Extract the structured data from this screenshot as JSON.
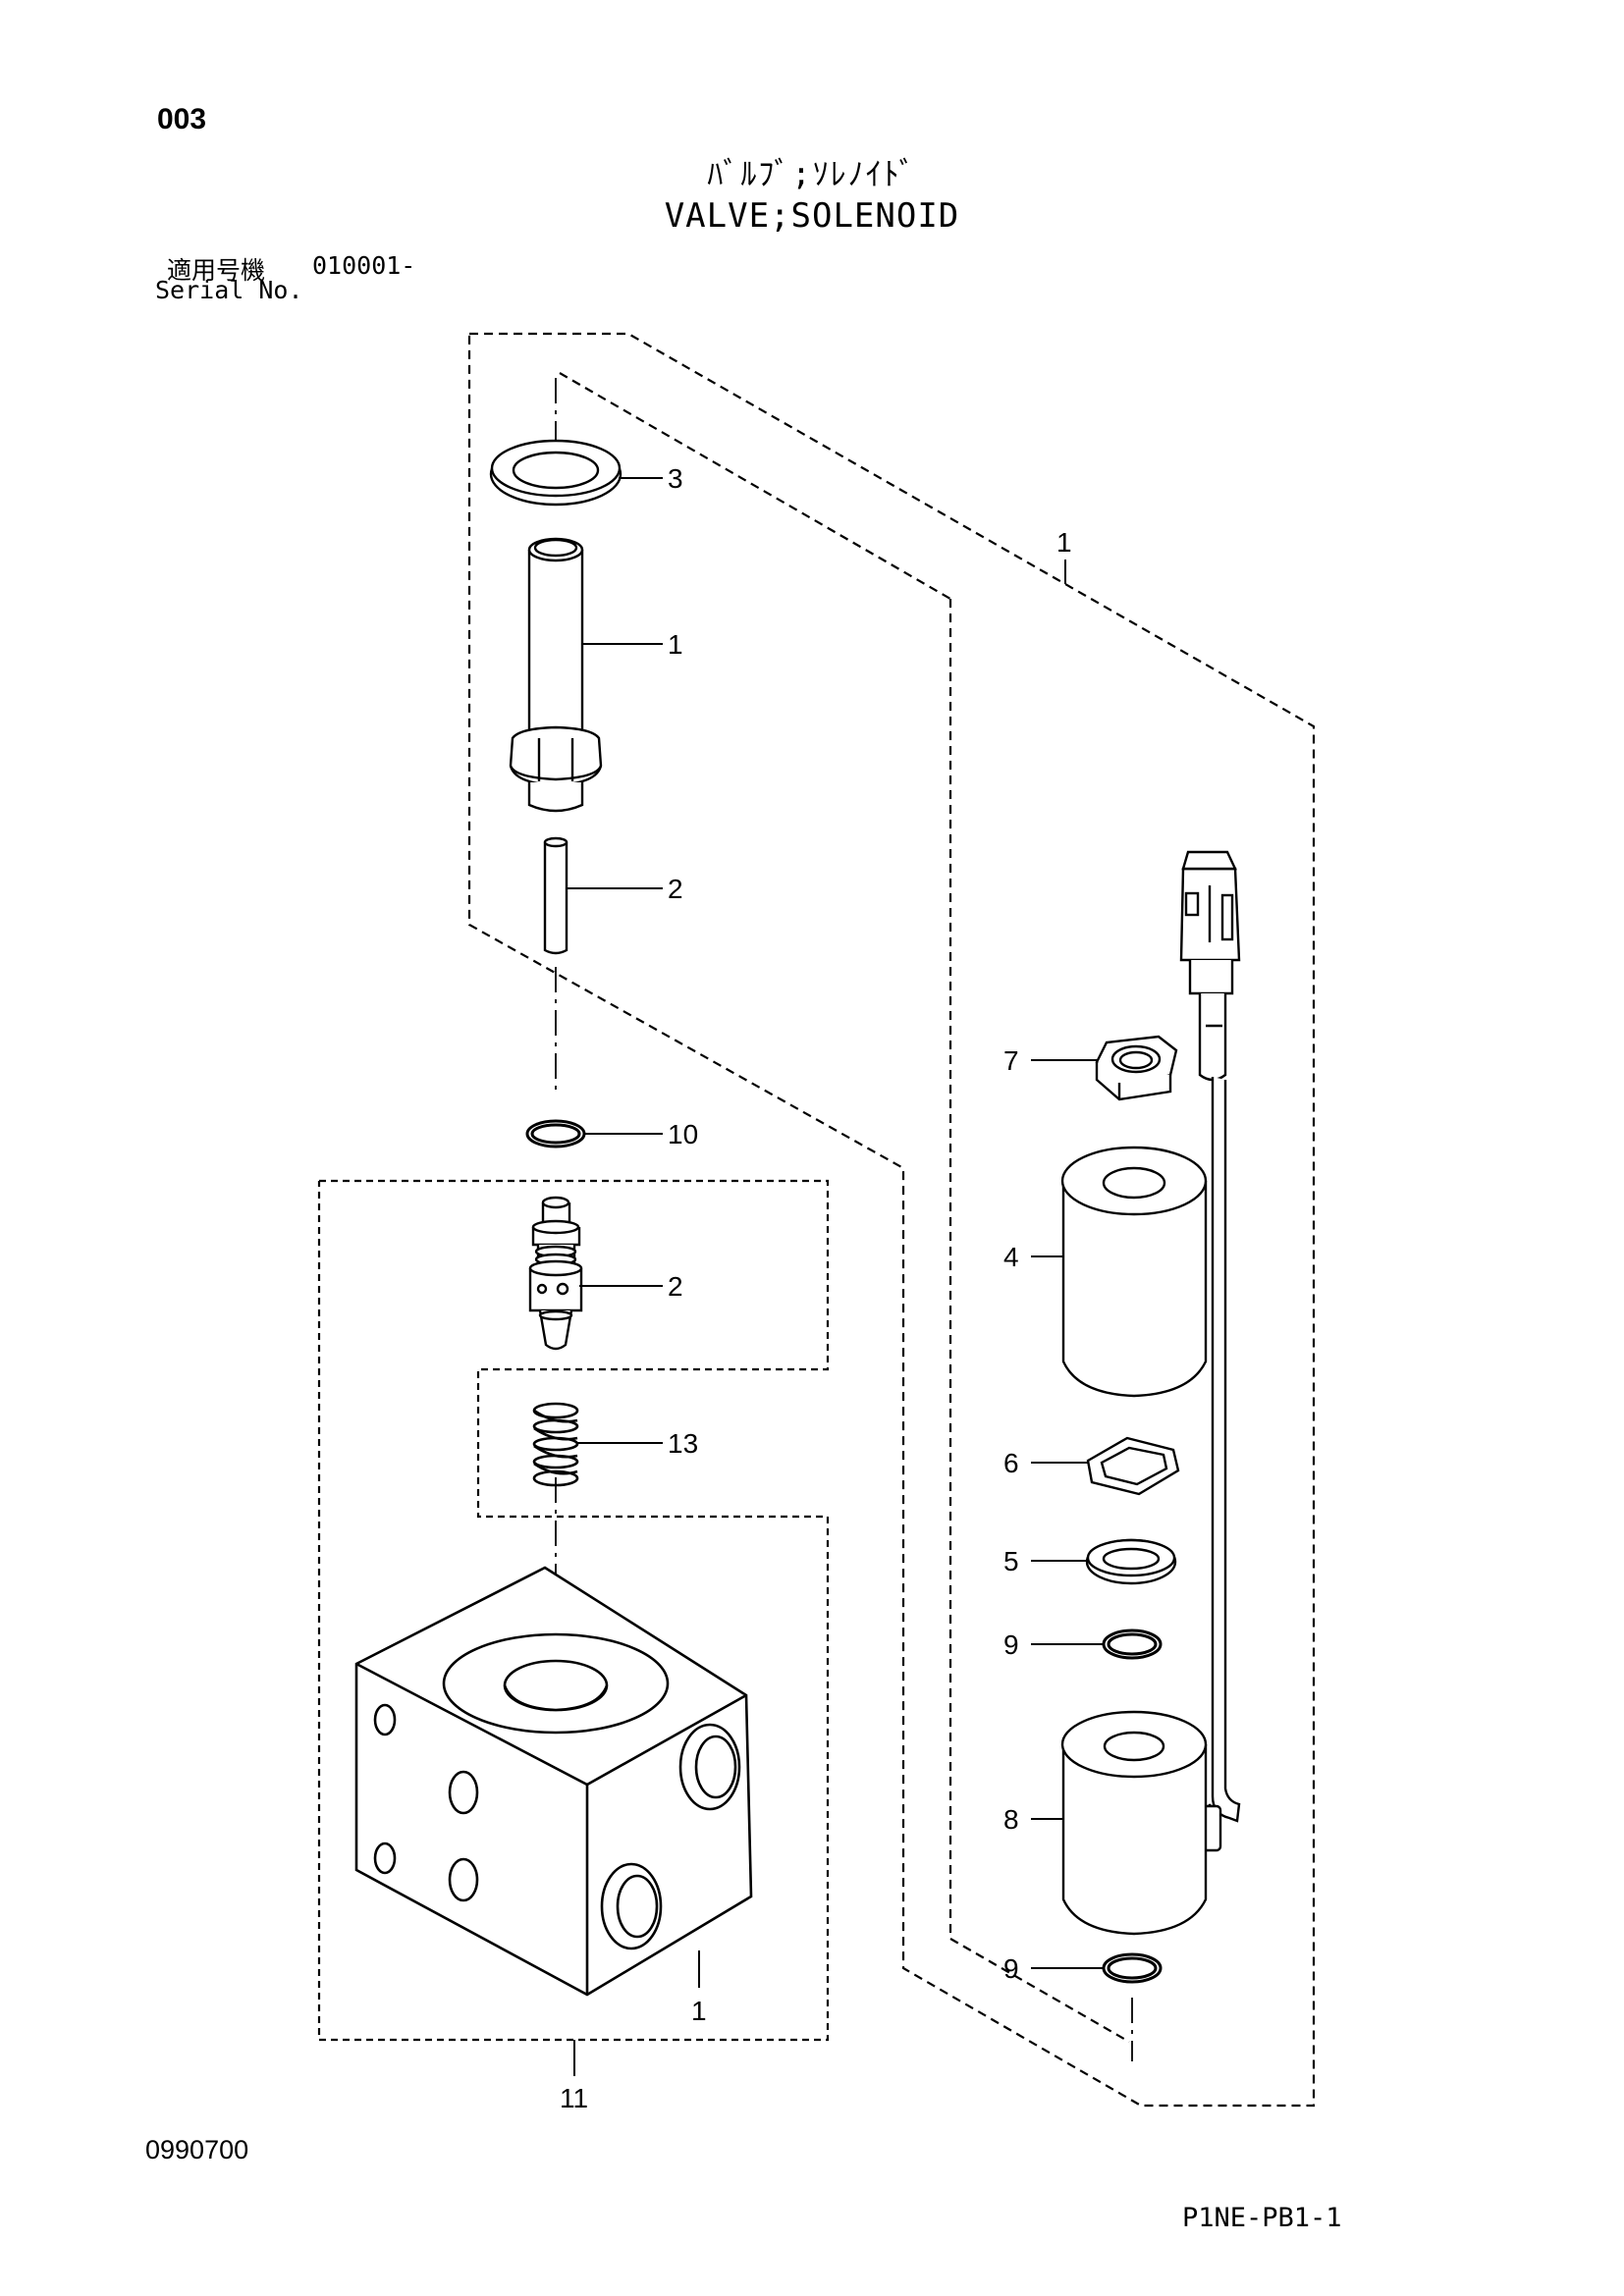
{
  "header": {
    "page_number": "003",
    "title_jp": "ﾊﾞﾙﾌﾞ;ｿﾚﾉｲﾄﾞ",
    "title_en": "VALVE;SOLENOID",
    "serial_label_jp": "適用号機",
    "serial_value": "010001-",
    "serial_label_en": "Serial No."
  },
  "footer": {
    "doc_code": "0990700",
    "sheet_code": "P1NE-PB1-1"
  },
  "callouts": {
    "c3": "3",
    "c1_tube": "1",
    "c2_pin": "2",
    "c10": "10",
    "c2_spool": "2",
    "c13": "13",
    "c1_block": "1",
    "c11": "11",
    "c1_assy": "1",
    "c7": "7",
    "c4": "4",
    "c6": "6",
    "c5": "5",
    "c9_upper": "9",
    "c8": "8",
    "c9_lower": "9"
  }
}
